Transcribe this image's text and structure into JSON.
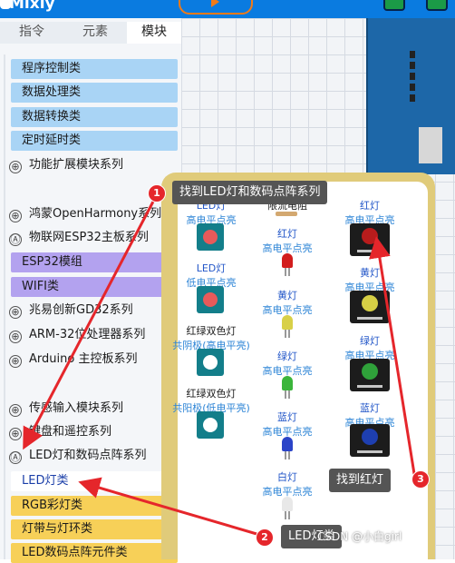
{
  "app": {
    "logo_text": "Mixly"
  },
  "tabs": [
    {
      "label": "指令"
    },
    {
      "label": "元素"
    },
    {
      "label": "模块"
    }
  ],
  "categories": [
    {
      "label": "程序控制类"
    },
    {
      "label": "数据处理类"
    },
    {
      "label": "数据转换类"
    },
    {
      "label": "定时延时类"
    }
  ],
  "groups": [
    {
      "label": "功能扩展模块系列",
      "icon": "⊕"
    },
    {
      "label": "鸿蒙OpenHarmony系列",
      "icon": "⊕"
    },
    {
      "label": "物联网ESP32主板系列",
      "icon": "Ⓐ"
    },
    {
      "label": "兆易创新GD32系列",
      "icon": "⊕"
    },
    {
      "label": "ARM-32位处理器系列",
      "icon": "⊕"
    },
    {
      "label": "Arduino 主控板系列",
      "icon": "⊕"
    },
    {
      "label": "传感输入模块系列",
      "icon": "⊕"
    },
    {
      "label": "键盘和遥控系列",
      "icon": "⊕"
    },
    {
      "label": "LED灯和数码点阵系列",
      "icon": "Ⓐ"
    }
  ],
  "purple_items": [
    {
      "label": "ESP32模组"
    },
    {
      "label": "WIFI类"
    }
  ],
  "led_items": [
    {
      "label": "LED灯类"
    },
    {
      "label": "RGB彩灯类"
    },
    {
      "label": "灯带与灯环类"
    },
    {
      "label": "LED数码点阵元件类"
    }
  ],
  "flyout": {
    "col1": [
      {
        "name": "LED灯",
        "sub": "高电平点亮",
        "color": "#e85a5a"
      },
      {
        "name": "LED灯",
        "sub": "低电平点亮",
        "color": "#e85a5a"
      },
      {
        "name": "红绿双色灯",
        "sub": "共阴极(高电平亮)",
        "color": "#ffffff"
      },
      {
        "name": "红绿双色灯",
        "sub": "共阳极(低电平亮)",
        "color": "#ffffff"
      }
    ],
    "col2_header": "限流电阻",
    "col2": [
      {
        "name": "红灯",
        "sub": "高电平点亮",
        "color": "#d21d1d"
      },
      {
        "name": "黄灯",
        "sub": "高电平点亮",
        "color": "#d8d048"
      },
      {
        "name": "绿灯",
        "sub": "高电平点亮",
        "color": "#3bb53b"
      },
      {
        "name": "蓝灯",
        "sub": "高电平点亮",
        "color": "#2b44c8"
      },
      {
        "name": "白灯",
        "sub": "高电平点亮",
        "color": "#e8e8e8"
      }
    ],
    "col3": [
      {
        "name": "红灯",
        "sub": "高电平点亮",
        "color": "#b81c1c"
      },
      {
        "name": "黄灯",
        "sub": "高电平点亮",
        "color": "#d6cf45"
      },
      {
        "name": "绿灯",
        "sub": "高电平点亮",
        "color": "#2fa13a"
      },
      {
        "name": "蓝灯",
        "sub": "高电平点亮",
        "color": "#1e3fb0"
      }
    ]
  },
  "callouts": {
    "c1": {
      "num": "1",
      "text": "找到LED灯和数码点阵系列"
    },
    "c2": {
      "num": "2",
      "text": "LED灯类"
    },
    "c3": {
      "num": "3",
      "text": "找到红灯"
    }
  },
  "watermark": "CSDN @小白girl"
}
